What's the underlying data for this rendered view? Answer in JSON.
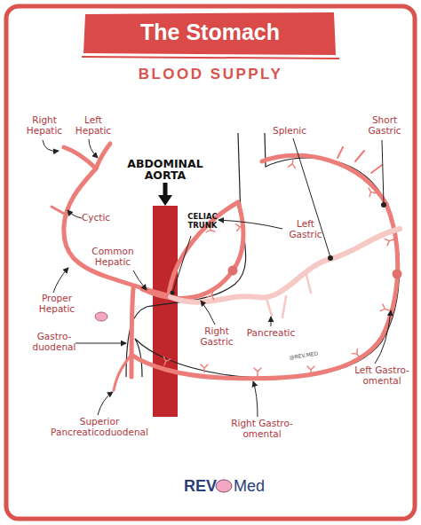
{
  "diagram": {
    "title": "The Stomach",
    "labels": [
      "BLOOD SUPPLY",
      "Right Hepatic",
      "Left Hepatic",
      "Short Gastric",
      "Splenic",
      "ABDOMINAL AORTA",
      "CELIAC TRUNK",
      "Cyctic",
      "Left Gastric",
      "Common Hepatic",
      "Proper Hepatic",
      "Gastro- duodenal",
      "Right Gastric",
      "Pancreatic",
      "Superior Pancreaticoduodenal",
      "Left Gastro- omental",
      "Right Gastro- omental",
      "@REV.MED",
      "REV",
      "Med"
    ]
  }
}
